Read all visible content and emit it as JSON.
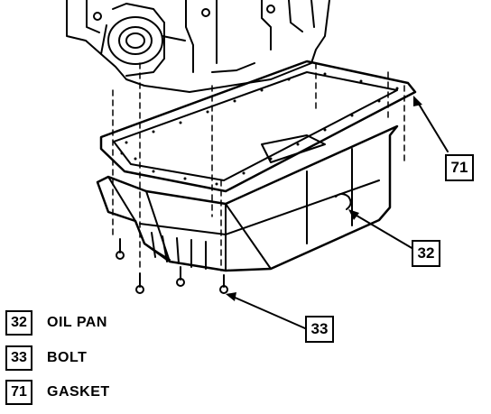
{
  "callouts": [
    {
      "id": "71"
    },
    {
      "id": "32"
    },
    {
      "id": "33"
    }
  ],
  "legend": [
    {
      "num": "32",
      "label": "OIL PAN"
    },
    {
      "num": "33",
      "label": "BOLT"
    },
    {
      "num": "71",
      "label": "GASKET"
    }
  ]
}
